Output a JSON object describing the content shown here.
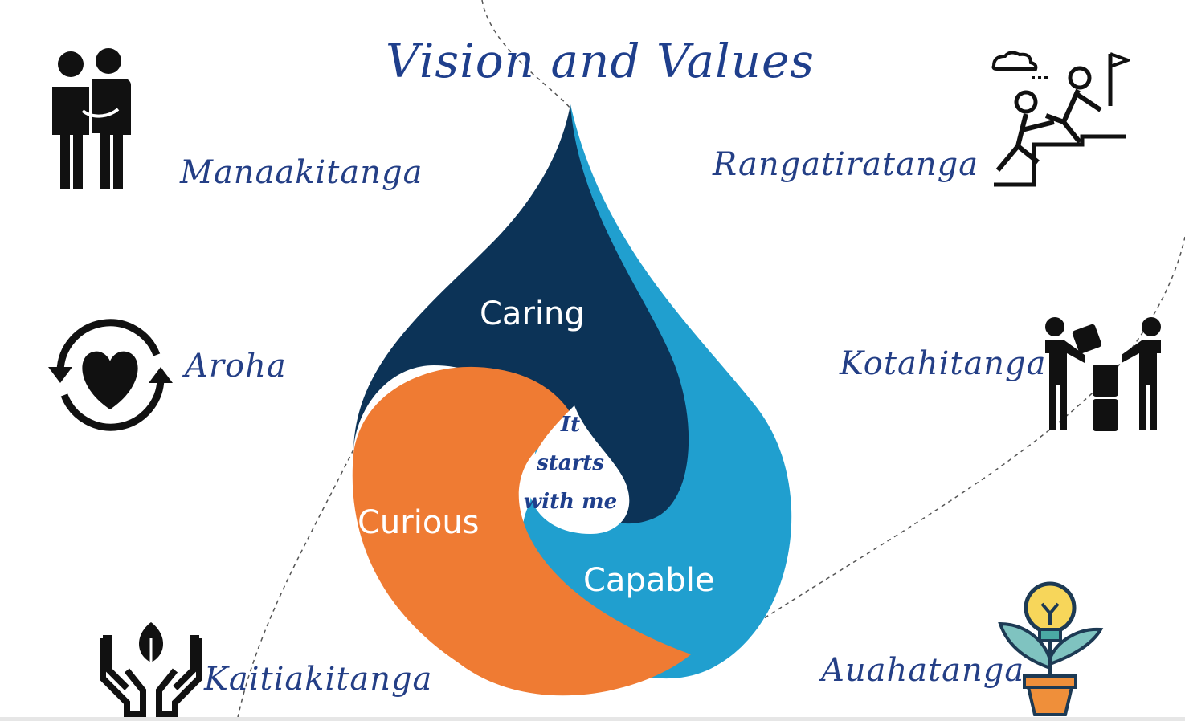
{
  "title": "Vision and Values",
  "values": {
    "manaakitanga": "Manaakitanga",
    "aroha": "Aroha",
    "kaitiakitanga": "Kaitiakitanga",
    "rangatiratanga": "Rangatiratanga",
    "kotahitanga": "Kotahitanga",
    "auahatanga": "Auahatanga"
  },
  "drop": {
    "caring": "Caring",
    "curious": "Curious",
    "capable": "Capable",
    "core_line1": "It",
    "core_line2": "starts",
    "core_line3": "with me"
  },
  "colors": {
    "navy": "#0c3357",
    "blue": "#209fcf",
    "orange": "#ef7b33",
    "text_blue": "#243f86"
  },
  "icons": [
    "couple-icon",
    "heart-cycle-icon",
    "hands-leaf-icon",
    "teamwork-climb-icon",
    "collaboration-icon",
    "lightbulb-plant-icon"
  ]
}
